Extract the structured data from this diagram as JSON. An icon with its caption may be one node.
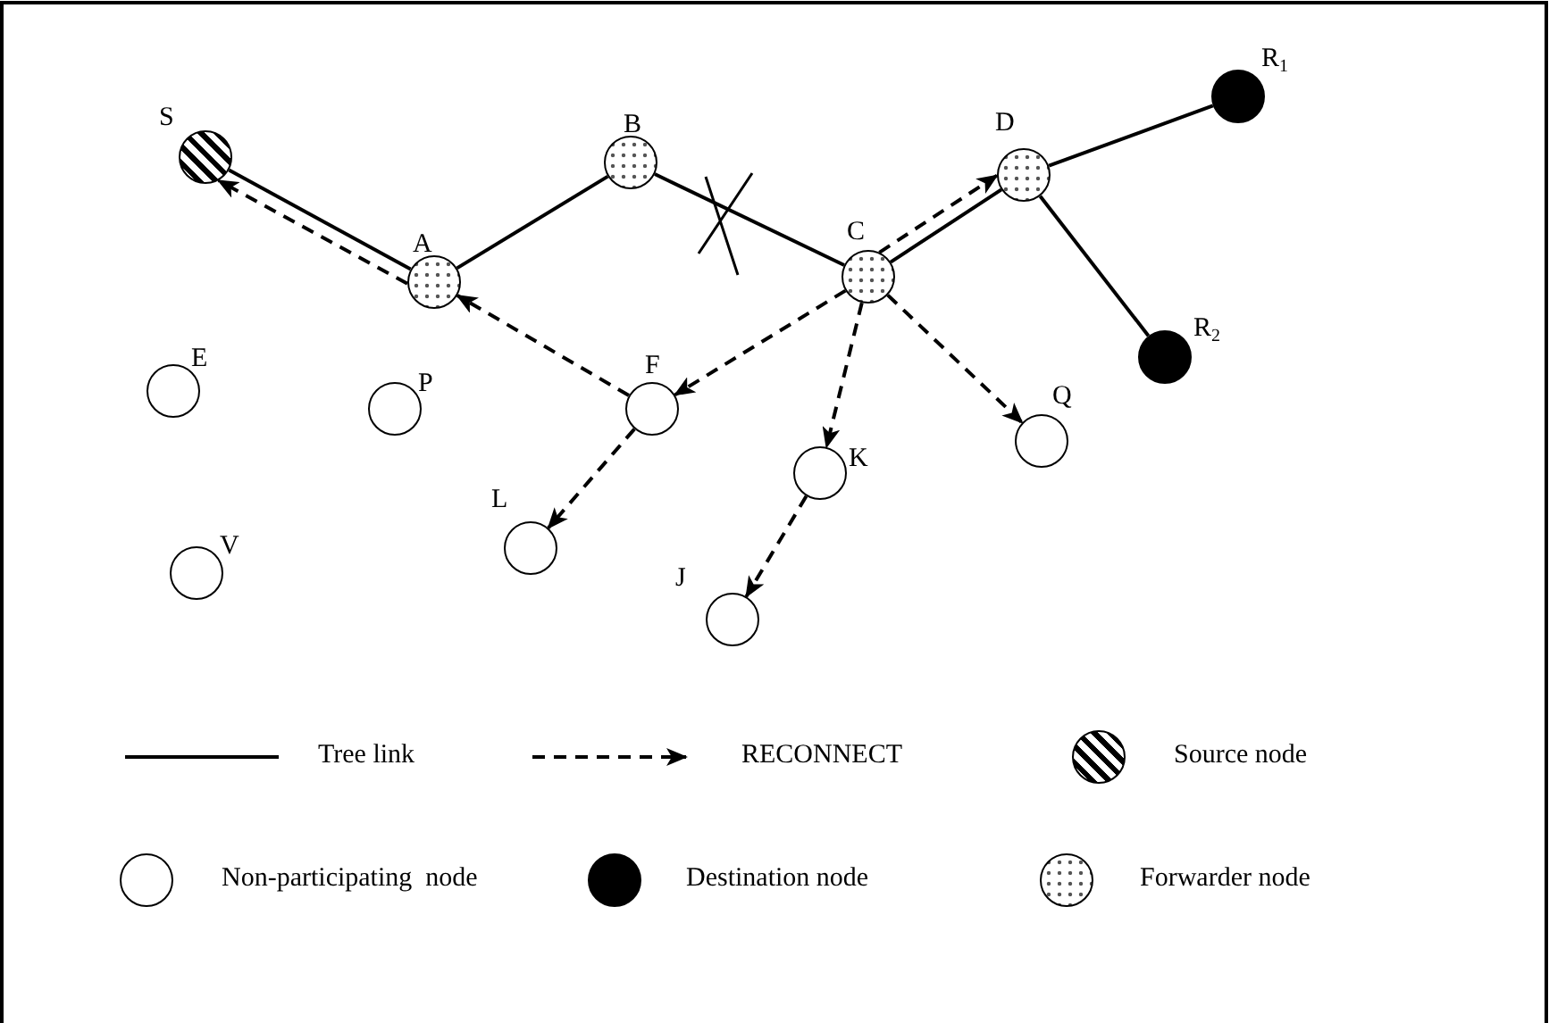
{
  "diagram": {
    "nodes": [
      {
        "text": [
          "S"
        ]
      },
      {
        "text": [
          "B"
        ]
      },
      {
        "text": [
          "D"
        ]
      },
      {
        "text": [
          "R$_{1}$"
        ]
      },
      {
        "text": [
          "A"
        ]
      },
      {
        "text": [
          "C"
        ]
      },
      {
        "text": [
          "E"
        ]
      },
      {
        "text": [
          "P"
        ]
      },
      {
        "text": [
          "F"
        ]
      },
      {
        "text": [
          "Q"
        ]
      },
      {
        "text": [
          "R$_{2}$"
        ]
      },
      {
        "text": [
          "K"
        ]
      },
      {
        "text": [
          "L"
        ]
      },
      {
        "text": [
          "V"
        ]
      },
      {
        "text": [
          "J"
        ]
      }
    ],
    "edges": [
      {
        "from": 0,
        "to": 4,
        "arrow": "none"
      },
      {
        "from": 4,
        "to": 1,
        "arrow": "none"
      },
      {
        "from": 1,
        "to": 5,
        "arrow": "none"
      },
      {
        "from": 5,
        "to": 2,
        "arrow": "none"
      },
      {
        "from": 2,
        "to": 3,
        "arrow": "none"
      },
      {
        "from": 2,
        "to": 10,
        "arrow": "none"
      },
      {
        "from": 4,
        "to": 0,
        "arrow": "to",
        "style": "dashed"
      },
      {
        "from": 8,
        "to": 4,
        "arrow": "to",
        "style": "dashed"
      },
      {
        "from": 5,
        "to": 8,
        "arrow": "to",
        "style": "dashed"
      },
      {
        "from": 5,
        "to": 2,
        "arrow": "to",
        "style": "dashed"
      },
      {
        "from": 5,
        "to": 11,
        "arrow": "to",
        "style": "dashed"
      },
      {
        "from": 5,
        "to": 9,
        "arrow": "to",
        "style": "dashed"
      },
      {
        "from": 8,
        "to": 12,
        "arrow": "to",
        "style": "dashed"
      },
      {
        "from": 11,
        "to": 14,
        "arrow": "to",
        "style": "dashed"
      }
    ],
    "legend": [
      {
        "text": "Tree link"
      },
      {
        "text": "RECONNECT"
      },
      {
        "text": "Source node"
      },
      {
        "text": "Non-participating  node"
      },
      {
        "text": "Destination node"
      },
      {
        "text": "Forwarder node"
      }
    ]
  }
}
